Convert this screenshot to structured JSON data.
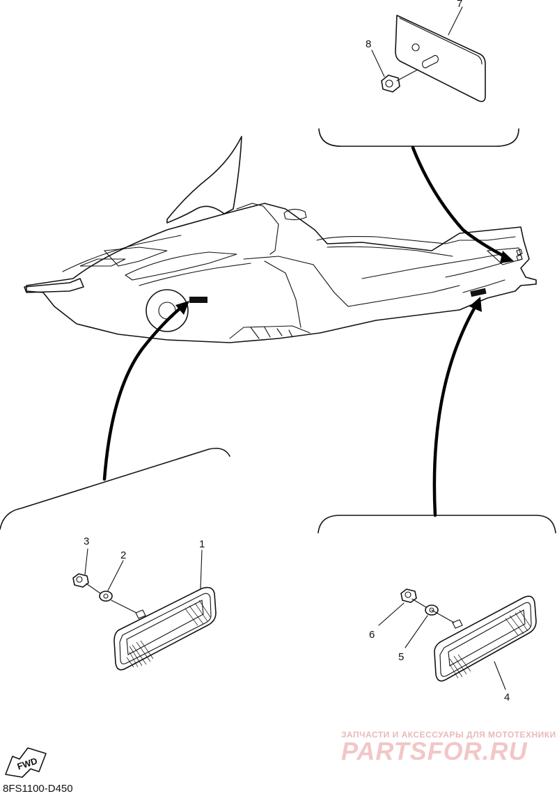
{
  "diagram_code": "8FS1100-D450",
  "fwd_label": "FWD",
  "watermark": {
    "tagline": "ЗАПЧАСТИ И АКСЕССУАРЫ ДЛЯ МОТОТЕХНИКИ",
    "brand": "PARTSFOR.RU",
    "color": "#f2c7c7"
  },
  "callouts": {
    "c1": "1",
    "c2": "2",
    "c3": "3",
    "c4": "4",
    "c5": "5",
    "c6": "6",
    "c7": "7",
    "c8": "8"
  }
}
